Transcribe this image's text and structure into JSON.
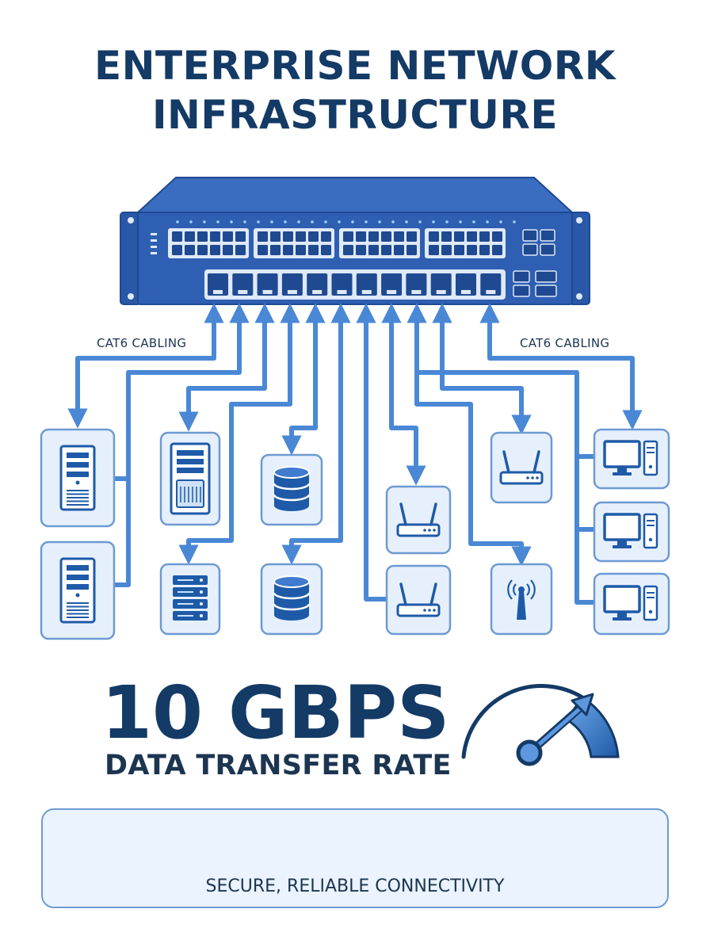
{
  "title": {
    "line1": "ENTERPRISE NETWORK",
    "line2": "INFRASTRUCTURE"
  },
  "cabling": {
    "left_label": "CAT6 CABLING",
    "right_label": "CAT6 CABLING"
  },
  "devices": [
    {
      "kind": "tower-server-icon"
    },
    {
      "kind": "tower-server-icon"
    },
    {
      "kind": "server-appliance-icon"
    },
    {
      "kind": "rack-server-icon"
    },
    {
      "kind": "database-icon"
    },
    {
      "kind": "database-icon"
    },
    {
      "kind": "router-icon"
    },
    {
      "kind": "router-icon"
    },
    {
      "kind": "router-icon"
    },
    {
      "kind": "wireless-access-point-icon"
    },
    {
      "kind": "desktop-computer-icon"
    },
    {
      "kind": "desktop-computer-icon"
    },
    {
      "kind": "desktop-computer-icon"
    }
  ],
  "speed": {
    "value": "10 GBPS",
    "caption": "DATA TRANSFER RATE"
  },
  "footer": {
    "text": "SECURE, RELIABLE CONNECTIVITY",
    "icon": "cloud-lock-icon"
  },
  "colors": {
    "title": "#143a66",
    "switch_body": "#2f5fb3",
    "cable": "#4a88d6",
    "device_fill": "#e6f0fc",
    "device_stroke": "#6d9ad2",
    "icon": "#1e5aa8",
    "panel_fill": "#eaf3ff"
  }
}
